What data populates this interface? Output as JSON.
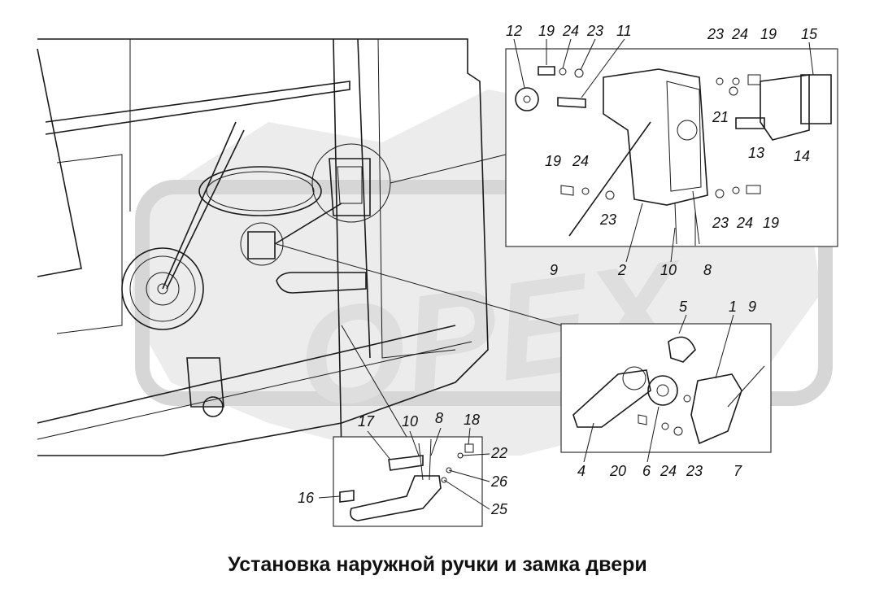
{
  "figure": {
    "caption": "Установка наружной ручки и замка двери",
    "watermark": "OPEX",
    "colors": {
      "ink": "#1a1a1a",
      "watermark": "#d9d9d9",
      "background": "#ffffff"
    }
  },
  "callouts": {
    "c1": "1",
    "c2": "2",
    "c4": "4",
    "c5": "5",
    "c6": "6",
    "c7": "7",
    "c8a": "8",
    "c8b": "8",
    "c9a": "9",
    "c9b": "9",
    "c10a": "10",
    "c10b": "10",
    "c11": "11",
    "c12": "12",
    "c13": "13",
    "c14": "14",
    "c15": "15",
    "c16": "16",
    "c17": "17",
    "c18": "18",
    "c19a": "19",
    "c19b": "19",
    "c19c": "19",
    "c19d": "19",
    "c20": "20",
    "c21": "21",
    "c22": "22",
    "c23a": "23",
    "c23b": "23",
    "c23c": "23",
    "c23d": "23",
    "c23e": "23",
    "c24a": "24",
    "c24b": "24",
    "c24c": "24",
    "c24d": "24",
    "c24e": "24",
    "c25": "25",
    "c26": "26"
  }
}
